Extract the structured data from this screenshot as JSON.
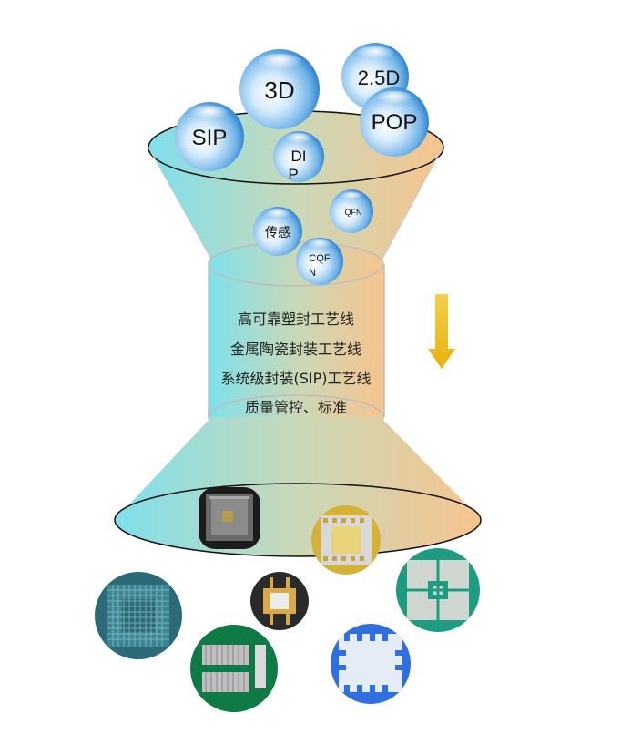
{
  "bubbles_top": [
    {
      "label": "SIP"
    },
    {
      "label": "3D"
    },
    {
      "label": "2.5D"
    },
    {
      "label": "POP"
    },
    {
      "label_lines": [
        "DI",
        "P"
      ]
    }
  ],
  "bubbles_mid": [
    {
      "label": "传感"
    },
    {
      "label": "QFN"
    },
    {
      "label_lines": [
        "CQF",
        "N"
      ]
    }
  ],
  "process_lines": [
    "高可靠塑封工艺线",
    "金属陶瓷封装工艺线",
    "系统级封装(SIP)工艺线",
    "质量管控、标准"
  ],
  "colors": {
    "funnel_left": "#7ee0ec",
    "funnel_right": "#f7c48e",
    "bubble_core": "#1b72c8",
    "arrow": "#e8b10f"
  },
  "icons": {
    "arrow": "down-arrow-icon",
    "products": [
      "ceramic-package-photo",
      "gold-pad-package-photo",
      "bga-grid-board-photo",
      "flange-package-photo",
      "ceramic-substrate-photo",
      "sip-module-board-photo",
      "lcc-package-photo"
    ]
  }
}
